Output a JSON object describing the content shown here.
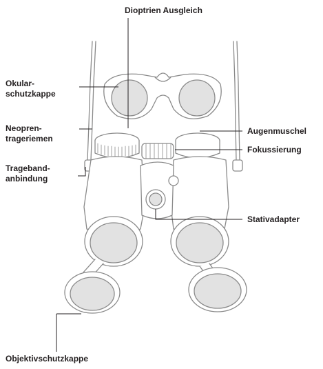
{
  "labels": {
    "dioptrien": "Dioptrien Ausgleich",
    "okular_line1": "Okular-",
    "okular_line2": "schutzkappe",
    "neopren_line1": "Neopren-",
    "neopren_line2": "trageriemen",
    "trageband_line1": "Trageband-",
    "trageband_line2": "anbindung",
    "augenmuschel": "Augenmuschel",
    "fokussierung": "Fokussierung",
    "stativadapter": "Stativadapter",
    "objektiv": "Objektivschutzkappe"
  },
  "colors": {
    "text": "#231f20",
    "leader": "#231f20",
    "outline": "#8a8a8a",
    "body_fill": "#ffffff",
    "lens_fill": "#e2e2e2"
  }
}
